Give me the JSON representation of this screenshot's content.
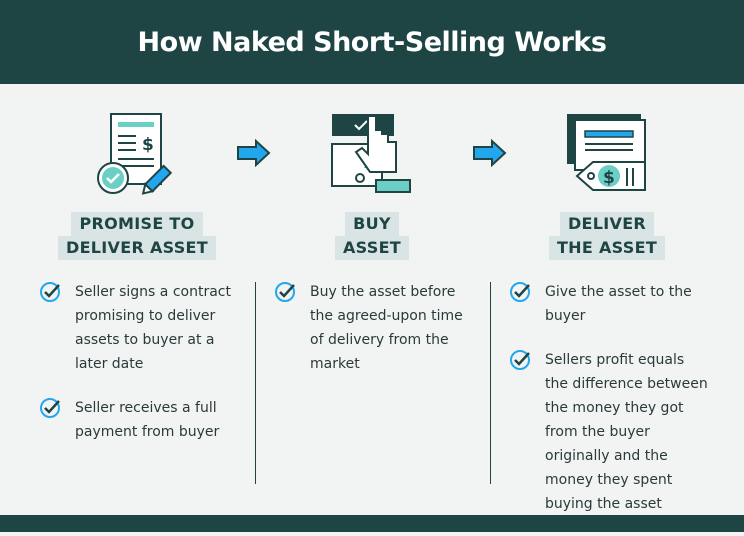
{
  "title": "How Naked Short-Selling Works",
  "steps": [
    {
      "heading_line1": "PROMISE TO",
      "heading_line2": "DELIVER ASSET",
      "bullets": [
        "Seller signs a contract promising to deliver assets to buyer at a later date",
        "Seller receives a full payment from buyer"
      ]
    },
    {
      "heading_line1": "BUY",
      "heading_line2": "ASSET",
      "bullets": [
        "Buy the asset before the agreed-upon time of delivery from the market"
      ]
    },
    {
      "heading_line1": "DELIVER",
      "heading_line2": "THE ASSET",
      "bullets": [
        "Give the asset to the buyer",
        "Sellers profit equals the difference between the money they got from the buyer originally and the money they spent buying the asset"
      ]
    }
  ],
  "colors": {
    "dark": "#1f4444",
    "teal": "#6ccfc6",
    "blue": "#22a7ee",
    "highlight": "#d9e4e4"
  }
}
